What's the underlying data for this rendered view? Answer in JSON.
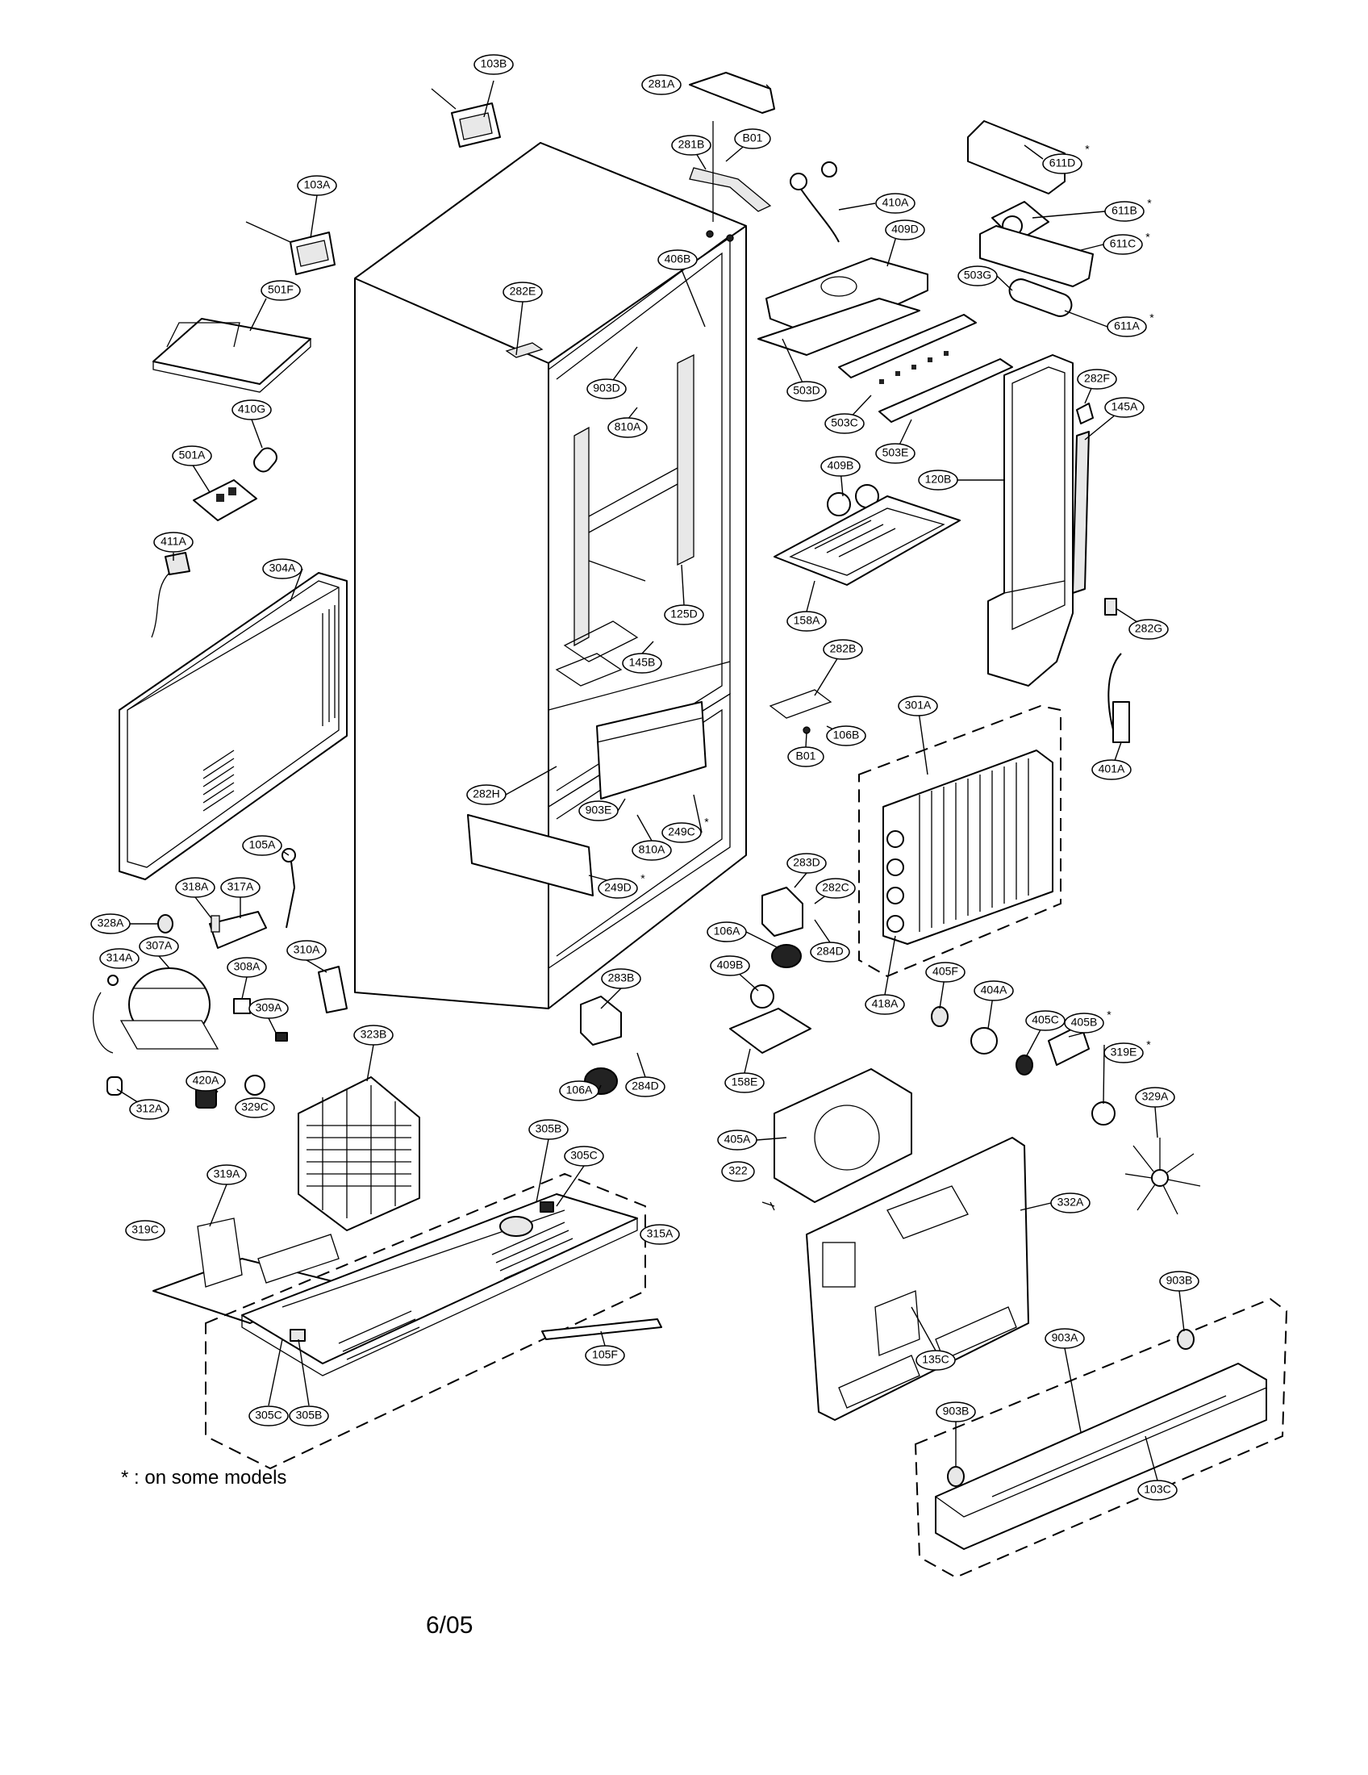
{
  "labels": {
    "103B": "103B",
    "103A": "103A",
    "501F": "501F",
    "410G": "410G",
    "501A": "501A",
    "411A": "411A",
    "304A": "304A",
    "105A": "105A",
    "318A": "318A",
    "317A": "317A",
    "328A": "328A",
    "314A": "314A",
    "307A": "307A",
    "308A": "308A",
    "310A": "310A",
    "309A": "309A",
    "312A": "312A",
    "420A": "420A",
    "329C": "329C",
    "323B": "323B",
    "319A": "319A",
    "319C": "319C",
    "305B_top": "305B",
    "305C_top": "305C",
    "315A": "315A",
    "105F": "105F",
    "305C_bot": "305C",
    "305B_bot": "305B",
    "282E": "282E",
    "903D": "903D",
    "810A_top": "810A",
    "406B": "406B",
    "125D": "125D",
    "145B": "145B",
    "282H": "282H",
    "903E": "903E",
    "810A_bot": "810A",
    "249C": "249C",
    "249D": "249D",
    "283B": "283B",
    "284D_bot": "284D",
    "106A_bot": "106A",
    "281A": "281A",
    "281B": "281B",
    "B01_top": "B01",
    "410A": "410A",
    "409D": "409D",
    "503D": "503D",
    "503C": "503C",
    "503E": "503E",
    "409B_top": "409B",
    "158A": "158A",
    "282B": "282B",
    "B01_bot": "B01",
    "106B": "106B",
    "283D": "283D",
    "282C": "282C",
    "284D_top": "284D",
    "106A_top": "106A",
    "409B_bot": "409B",
    "158E": "158E",
    "611D": "611D",
    "611B": "611B",
    "611C": "611C",
    "503G": "503G",
    "611A": "611A",
    "282F": "282F",
    "145A": "145A",
    "120B": "120B",
    "282G": "282G",
    "301A": "301A",
    "401A": "401A",
    "418A": "418A",
    "405F": "405F",
    "404A": "404A",
    "405C": "405C",
    "405B": "405B",
    "319E": "319E",
    "329A": "329A",
    "405A": "405A",
    "322": "322",
    "332A": "332A",
    "135C": "135C",
    "903B_top": "903B",
    "903A": "903A",
    "903B_bot": "903B",
    "103C": "103C"
  },
  "star": "*",
  "footnote": "* : on some models",
  "revision": "6/05"
}
